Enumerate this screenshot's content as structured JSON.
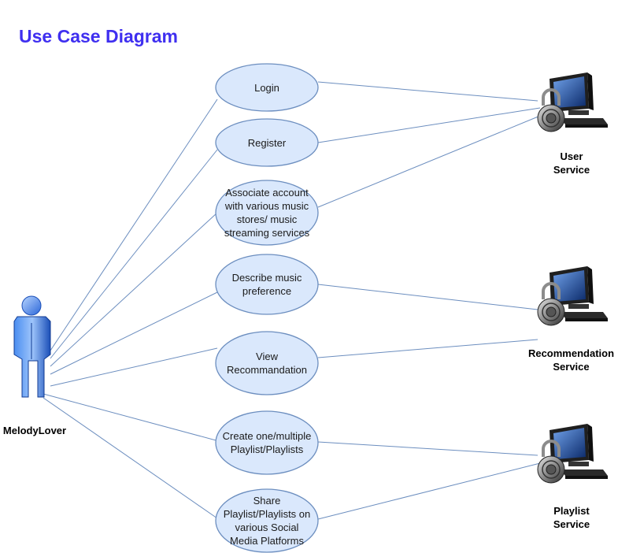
{
  "title": "Use Case Diagram",
  "colors": {
    "title": "#3f2ff0",
    "usecase_fill": "#dae8fc",
    "usecase_stroke": "#6c8ebf",
    "line": "#6c8ebf",
    "actor_blue": "#1e5fd6"
  },
  "actor": {
    "name": "MelodyLover",
    "icon": "person-icon"
  },
  "use_cases": [
    {
      "label": "Login"
    },
    {
      "label": "Register"
    },
    {
      "label": "Associate account\nwith various music\nstores/ music\nstreaming services"
    },
    {
      "label": "Describe music\npreference"
    },
    {
      "label": "View\nRecommandation"
    },
    {
      "label": "Create one/multiple\nPlaylist/Playlists"
    },
    {
      "label": "Share\nPlaylist/Playlists on\nvarious Social\nMedia Platforms"
    }
  ],
  "services": [
    {
      "label": "User\nService",
      "icon": "secure-computer-icon"
    },
    {
      "label": "Recommendation\nService",
      "icon": "secure-computer-icon"
    },
    {
      "label": "Playlist\nService",
      "icon": "secure-computer-icon"
    }
  ]
}
